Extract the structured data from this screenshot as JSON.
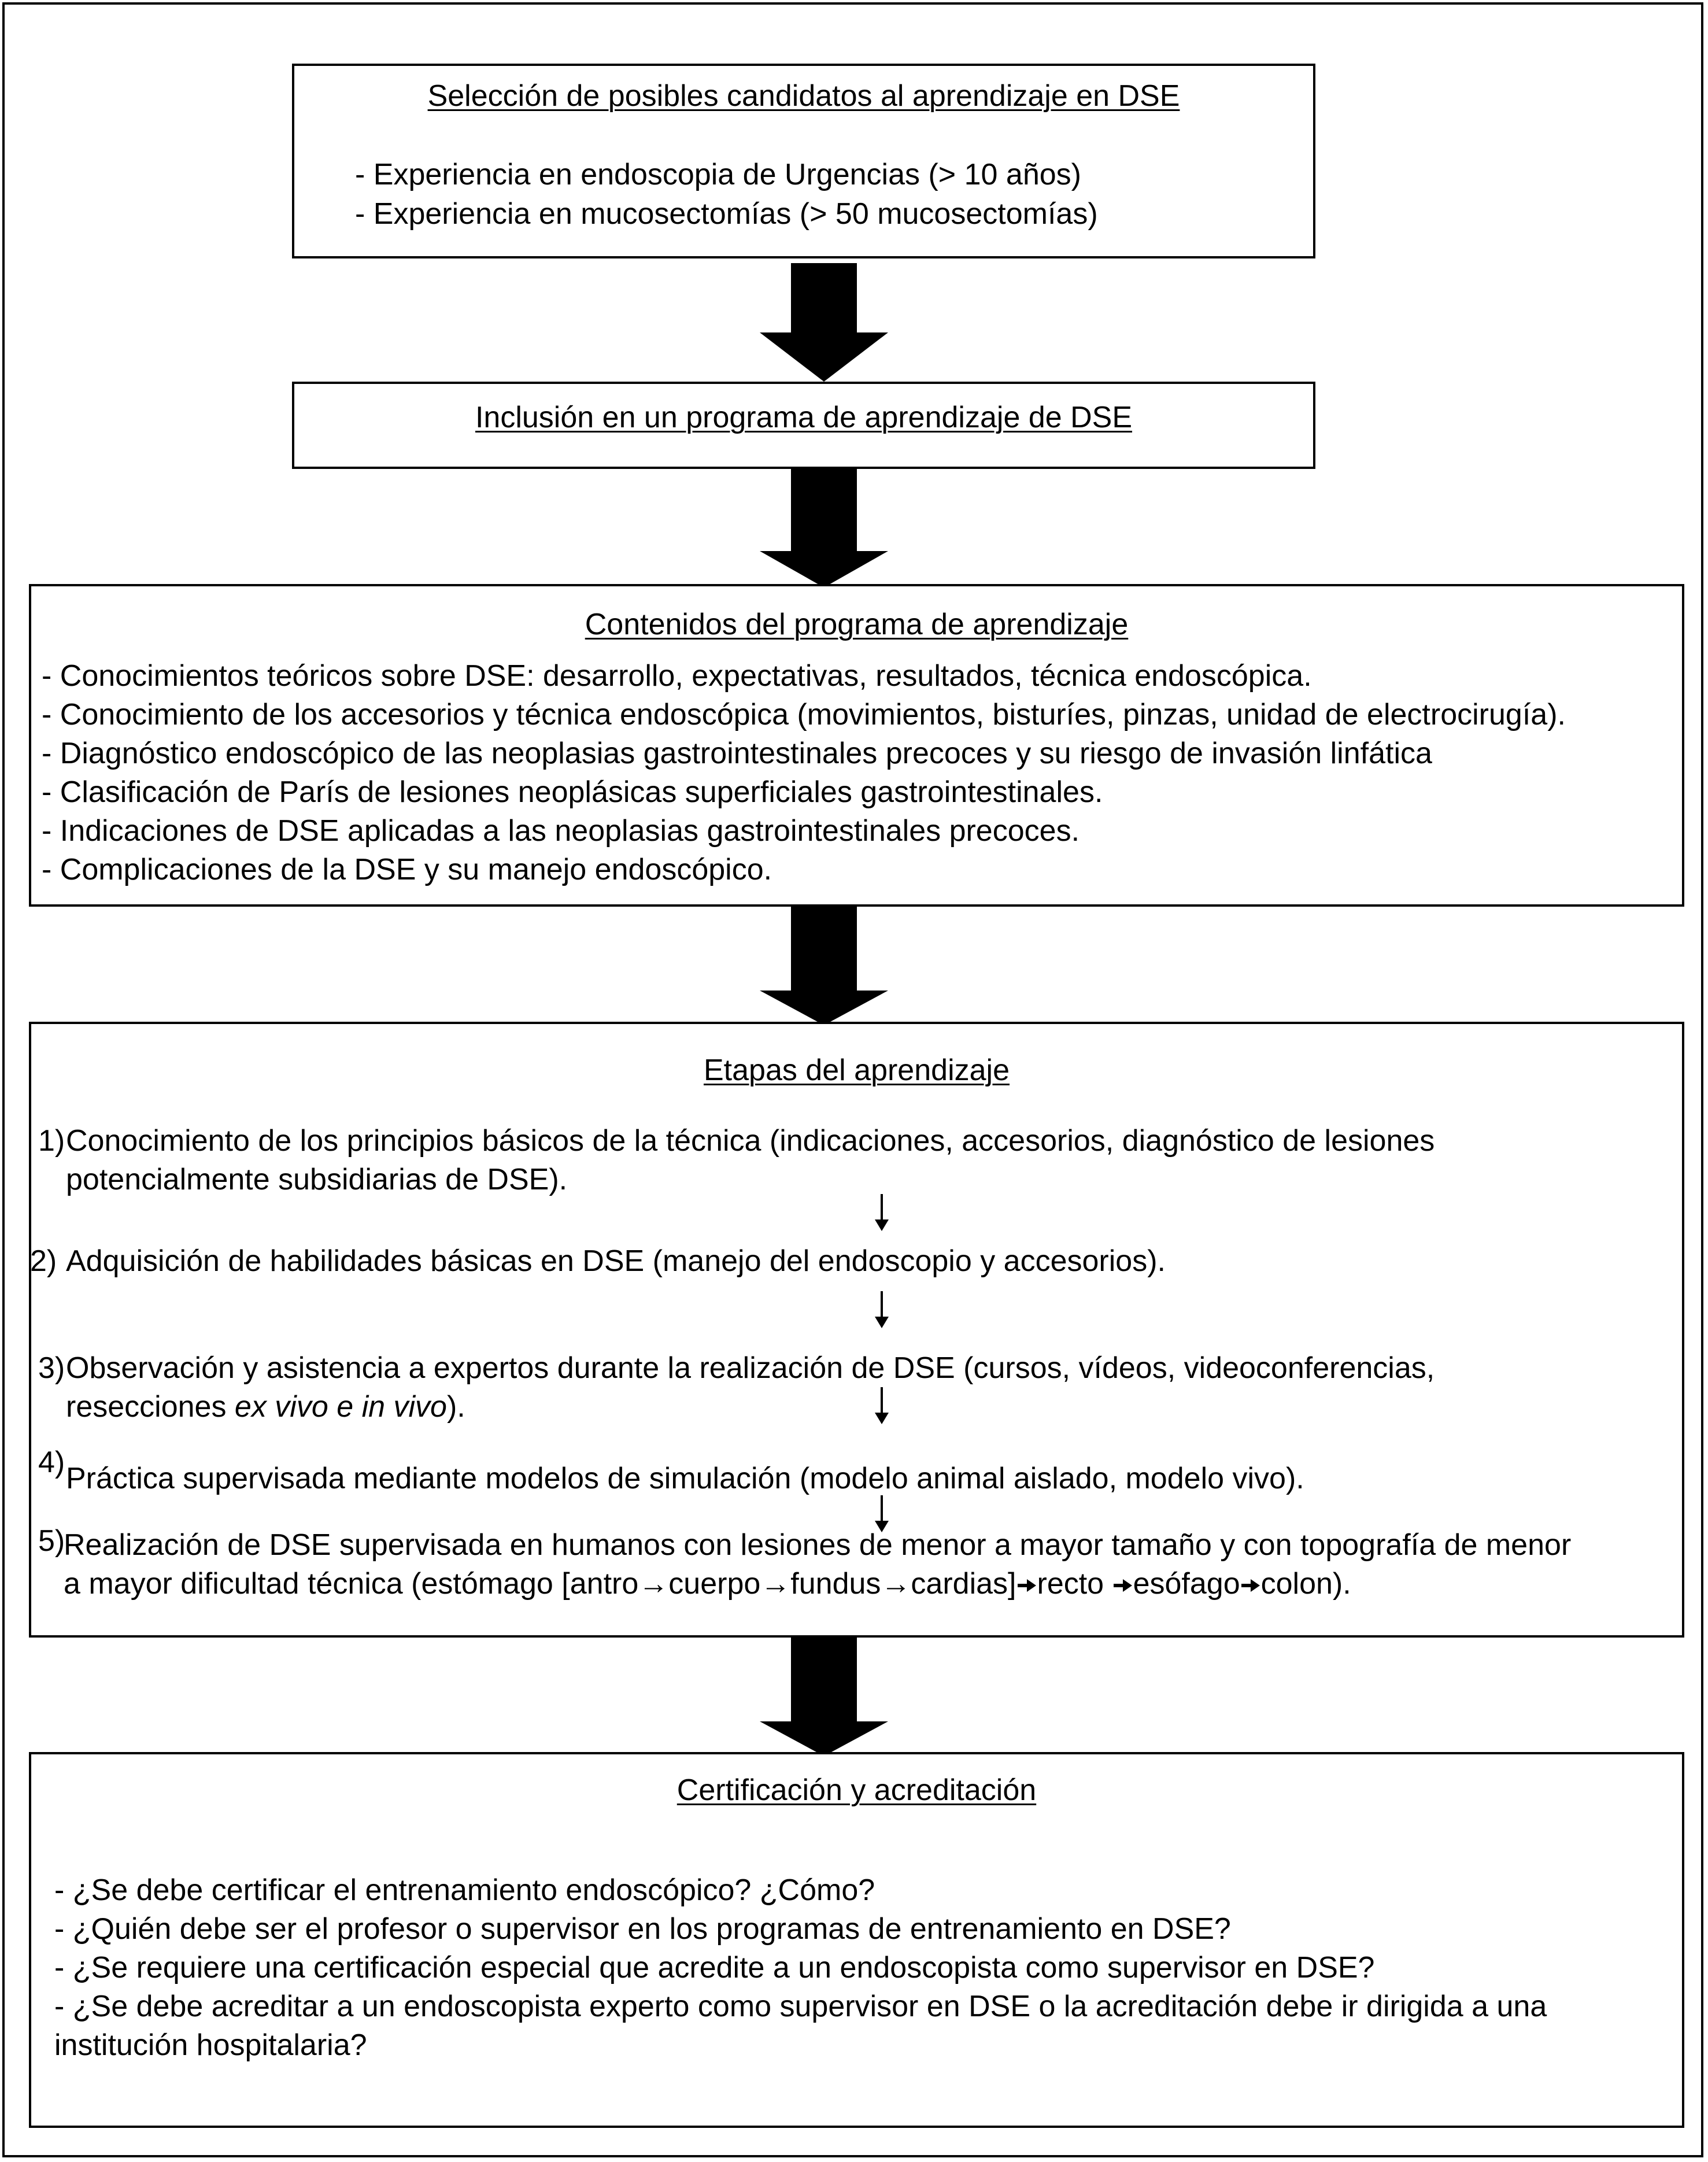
{
  "boxes": {
    "seleccion": {
      "title": "Selección de posibles candidatos al aprendizaje en DSE",
      "items": [
        "- Experiencia en endoscopia de Urgencias (> 10 años)",
        "- Experiencia en mucosectomías (> 50 mucosectomías)"
      ]
    },
    "inclusion": {
      "title": "Inclusión en un programa de aprendizaje de DSE"
    },
    "contenidos": {
      "title": "Contenidos del programa de aprendizaje",
      "items": [
        "- Conocimientos teóricos sobre DSE: desarrollo, expectativas, resultados, técnica endoscópica.",
        "- Conocimiento de los accesorios y técnica endoscópica (movimientos, bisturíes, pinzas, unidad de electrocirugía).",
        "- Diagnóstico endoscópico de las neoplasias gastrointestinales precoces y su riesgo de invasión linfática",
        "- Clasificación de París de lesiones neoplásicas superficiales gastrointestinales.",
        "- Indicaciones de DSE aplicadas a las neoplasias gastrointestinales precoces.",
        "- Complicaciones de la DSE y su manejo endoscópico."
      ]
    },
    "etapas": {
      "title": "Etapas del aprendizaje",
      "steps": [
        {
          "num": "1)",
          "line1": "Conocimiento de los principios básicos de la técnica (indicaciones, accesorios, diagnóstico de lesiones",
          "line2": "potencialmente subsidiarias de DSE)."
        },
        {
          "num": "2)",
          "line1": "Adquisición de habilidades básicas en DSE (manejo del endoscopio y accesorios)."
        },
        {
          "num": "3)",
          "line1": "Observación y asistencia a expertos durante la realización de DSE (cursos, vídeos, videoconferencias,",
          "line2_prefix": "resecciones ",
          "line2_italic": "ex vivo e in vivo",
          "line2_suffix": ")."
        },
        {
          "num": "4)",
          "line1": "Práctica supervisada mediante modelos de simulación (modelo animal aislado, modelo vivo)."
        },
        {
          "num": "5)",
          "line1": "Realización de DSE supervisada en humanos con lesiones de menor a mayor tamaño y con topografía de menor",
          "line2_parts": {
            "a": "a mayor dificultad técnica (estómago [antro",
            "b": "cuerpo",
            "c": "fundus",
            "d": "cardias]",
            "e": "recto ",
            "f": "esófago",
            "g": "colon)."
          }
        }
      ]
    },
    "certificacion": {
      "title": "Certificación y acreditación",
      "items": [
        "- ¿Se debe certificar el entrenamiento endoscópico? ¿Cómo?",
        "- ¿Quién debe ser el profesor o supervisor en los programas de entrenamiento en DSE?",
        "- ¿Se requiere una certificación especial que acredite a un endoscopista como supervisor en DSE?",
        "- ¿Se debe acreditar a un endoscopista experto como supervisor en DSE o la acreditación debe ir dirigida a una"
      ],
      "item_cont": "institución hospitalaria?"
    }
  },
  "colors": {
    "stroke": "#000000",
    "background": "#ffffff"
  }
}
